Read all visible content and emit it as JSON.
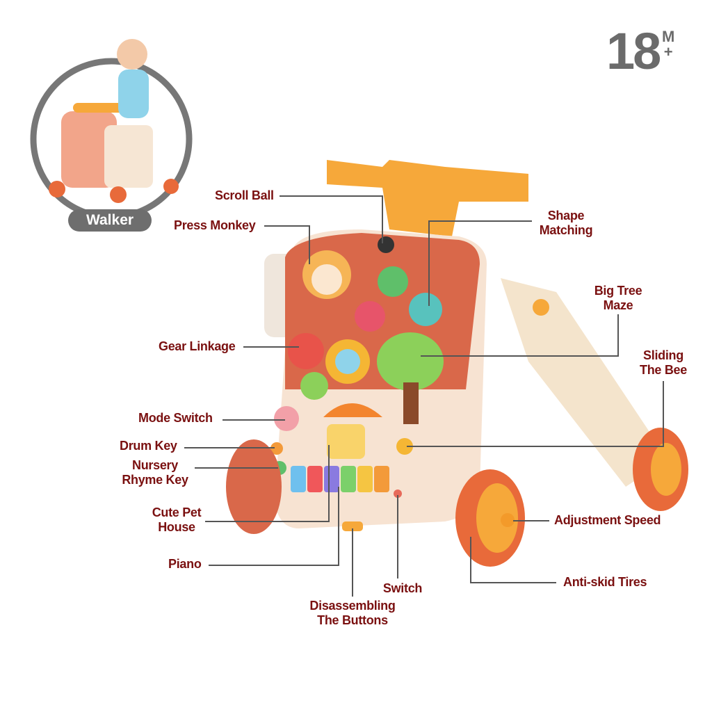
{
  "age_badge": {
    "number": "18",
    "unit": "M",
    "plus": "+"
  },
  "inset": {
    "label": "Walker"
  },
  "callouts": {
    "scroll_ball": "Scroll Ball",
    "press_monkey": "Press Monkey",
    "shape_matching": [
      "Shape",
      "Matching"
    ],
    "big_tree_maze": [
      "Big Tree",
      "Maze"
    ],
    "gear_linkage": "Gear Linkage",
    "sliding_bee": [
      "Sliding",
      "The Bee"
    ],
    "mode_switch": "Mode Switch",
    "drum_key": "Drum Key",
    "nursery_rhyme_key": [
      "Nursery",
      "Rhyme Key"
    ],
    "cute_pet_house": [
      "Cute Pet",
      "House"
    ],
    "piano": "Piano",
    "switch": "Switch",
    "disassembling_buttons": [
      "Disassembling",
      "The Buttons"
    ],
    "adjustment_speed": "Adjustment Speed",
    "anti_skid_tires": "Anti-skid Tires"
  },
  "colors": {
    "label": "#7a1010",
    "leader": "#555555",
    "handle": "#f6a83a",
    "panel": "#d9684a",
    "body": "#f7e3d2"
  }
}
